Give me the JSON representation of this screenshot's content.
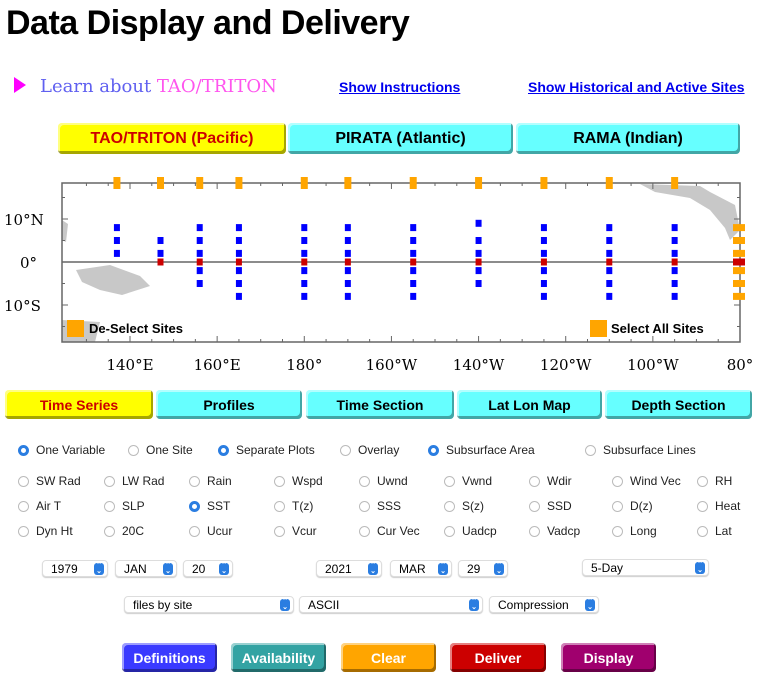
{
  "title": "Data Display and Delivery",
  "learn": {
    "prefix": "Learn about ",
    "name": "TAO/TRITON"
  },
  "links": {
    "instructions": "Show Instructions",
    "sites": "Show Historical and Active Sites"
  },
  "networks": [
    {
      "label": "TAO/TRITON (Pacific)",
      "active": true
    },
    {
      "label": "PIRATA (Atlantic)",
      "active": false
    },
    {
      "label": "RAMA (Indian)",
      "active": false
    }
  ],
  "map": {
    "lat_labels": [
      "10°N",
      "0°",
      "10°S"
    ],
    "lon_labels": [
      "140°E",
      "160°E",
      "180°",
      "160°W",
      "140°W",
      "120°W",
      "100°W",
      "80°"
    ],
    "deselect": "De-Select Sites",
    "select_all": "Select All Sites",
    "colors": {
      "site": "#0000ff",
      "equator_site": "#cc0000",
      "selector": "#ffa500",
      "land": "#c8c8c8"
    },
    "columns": [
      {
        "lon": 137,
        "lats": [
          8,
          5,
          2
        ]
      },
      {
        "lon": 147,
        "lats": [
          5,
          2,
          0
        ]
      },
      {
        "lon": 156,
        "lats": [
          8,
          5,
          2,
          0,
          -2,
          -5
        ]
      },
      {
        "lon": 165,
        "lats": [
          8,
          5,
          2,
          0,
          -2,
          -5,
          -8
        ]
      },
      {
        "lon": 180,
        "lats": [
          8,
          5,
          2,
          0,
          -2,
          -5,
          -8
        ]
      },
      {
        "lon": 190,
        "lats": [
          8,
          5,
          2,
          0,
          -2,
          -5,
          -8
        ]
      },
      {
        "lon": 205,
        "lats": [
          8,
          5,
          2,
          0,
          -2,
          -5,
          -8
        ]
      },
      {
        "lon": 220,
        "lats": [
          9,
          5,
          2,
          0,
          -2,
          -5
        ]
      },
      {
        "lon": 235,
        "lats": [
          8,
          5,
          2,
          0,
          -2,
          -5,
          -8
        ]
      },
      {
        "lon": 250,
        "lats": [
          8,
          5,
          2,
          0,
          -2,
          -5,
          -8
        ]
      },
      {
        "lon": 265,
        "lats": [
          8,
          5,
          2,
          0,
          -2,
          -5,
          -8
        ]
      }
    ],
    "row_selectors": [
      8,
      5,
      2,
      0,
      -2,
      -5,
      -8
    ]
  },
  "tabs": [
    {
      "label": "Time Series",
      "active": true
    },
    {
      "label": "Profiles"
    },
    {
      "label": "Time Section"
    },
    {
      "label": "Lat Lon Map"
    },
    {
      "label": "Depth Section"
    }
  ],
  "options": [
    {
      "label": "One Variable",
      "on": true
    },
    {
      "label": "One Site",
      "on": false
    },
    {
      "label": "Separate Plots",
      "on": true
    },
    {
      "label": "Overlay",
      "on": false
    },
    {
      "label": "Subsurface Area",
      "on": true
    },
    {
      "label": "Subsurface Lines",
      "on": false
    }
  ],
  "variables": [
    [
      "SW Rad",
      "LW Rad",
      "Rain",
      "Wspd",
      "Uwnd",
      "Vwnd",
      "Wdir",
      "Wind Vec",
      "RH"
    ],
    [
      "Air T",
      "SLP",
      "SST",
      "T(z)",
      "SSS",
      "S(z)",
      "SSD",
      "D(z)",
      "Heat"
    ],
    [
      "Dyn Ht",
      "20C",
      "Ucur",
      "Vcur",
      "Cur Vec",
      "Uadcp",
      "Vadcp",
      "Long",
      "Lat"
    ]
  ],
  "selected_variable": "SST",
  "start": {
    "year": "1979",
    "month": "JAN",
    "day": "20"
  },
  "end": {
    "year": "2021",
    "month": "MAR",
    "day": "29"
  },
  "averaging": "5-Day",
  "file_org": "files by site",
  "format": "ASCII",
  "compression": "Compression",
  "actions": [
    {
      "label": "Definitions",
      "color": "#3a3aff"
    },
    {
      "label": "Availability",
      "color": "#33a3a3"
    },
    {
      "label": "Clear",
      "color": "#ffa500"
    },
    {
      "label": "Deliver",
      "color": "#cc0000"
    },
    {
      "label": "Display",
      "color": "#a0006e"
    }
  ]
}
